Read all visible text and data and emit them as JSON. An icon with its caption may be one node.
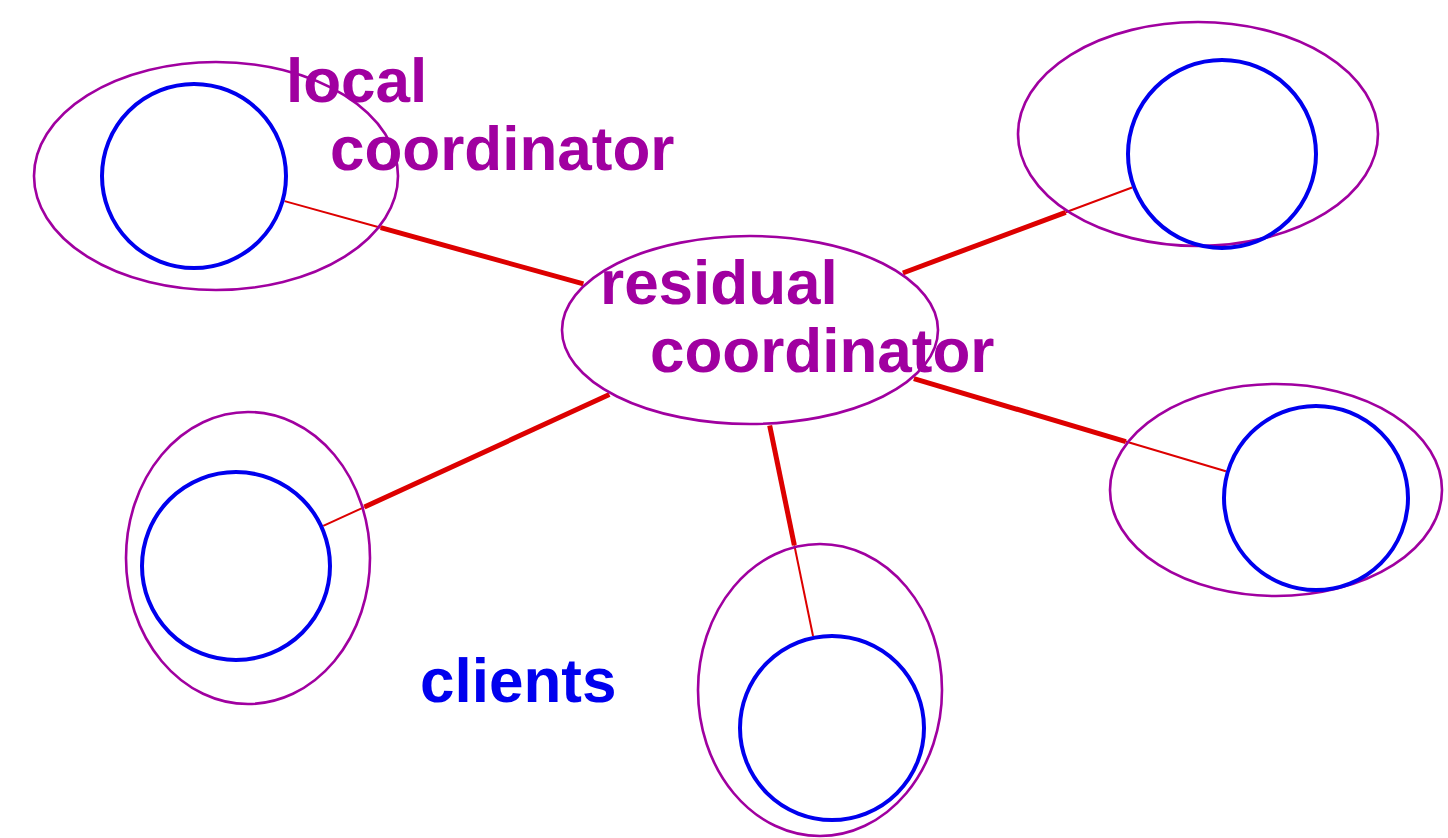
{
  "diagram": {
    "nodes": [
      {
        "text": [],
        "shape": "ellipse",
        "beside": [
          "local coordinator"
        ]
      },
      {
        "text": [],
        "shape": "circle",
        "in": 0
      },
      {
        "text": [],
        "shape": "ellipse"
      },
      {
        "text": [],
        "shape": "circle",
        "in": 2
      },
      {
        "text": [
          "residual coordinator"
        ]
      },
      {
        "text": [],
        "shape": "ellipse"
      },
      {
        "text": [],
        "shape": "circle",
        "in": 5
      },
      {
        "text": [],
        "shape": "ellipse"
      },
      {
        "text": [],
        "shape": "circle",
        "in": 7
      },
      {
        "text": [],
        "shape": "ellipse"
      },
      {
        "text": [],
        "shape": "circle",
        "in": 9
      }
    ],
    "edges": [
      {
        "from": 4,
        "to": 0,
        "arrow": "none",
        "style": "thick"
      },
      {
        "from": 0,
        "to": 1,
        "arrow": "none"
      },
      {
        "from": 4,
        "to": 2,
        "arrow": "none",
        "style": "thick"
      },
      {
        "from": 2,
        "to": 3,
        "arrow": "none"
      },
      {
        "from": 4,
        "to": 5,
        "arrow": "none",
        "style": "thick"
      },
      {
        "from": 5,
        "to": 6,
        "arrow": "none"
      },
      {
        "from": 4,
        "to": 7,
        "arrow": "none",
        "style": "thick"
      },
      {
        "from": 7,
        "to": 8,
        "arrow": "none"
      },
      {
        "from": 4,
        "to": 9,
        "arrow": "none",
        "style": "thick"
      },
      {
        "from": 9,
        "to": 10,
        "arrow": "none"
      }
    ],
    "labels": [
      "clients"
    ]
  }
}
